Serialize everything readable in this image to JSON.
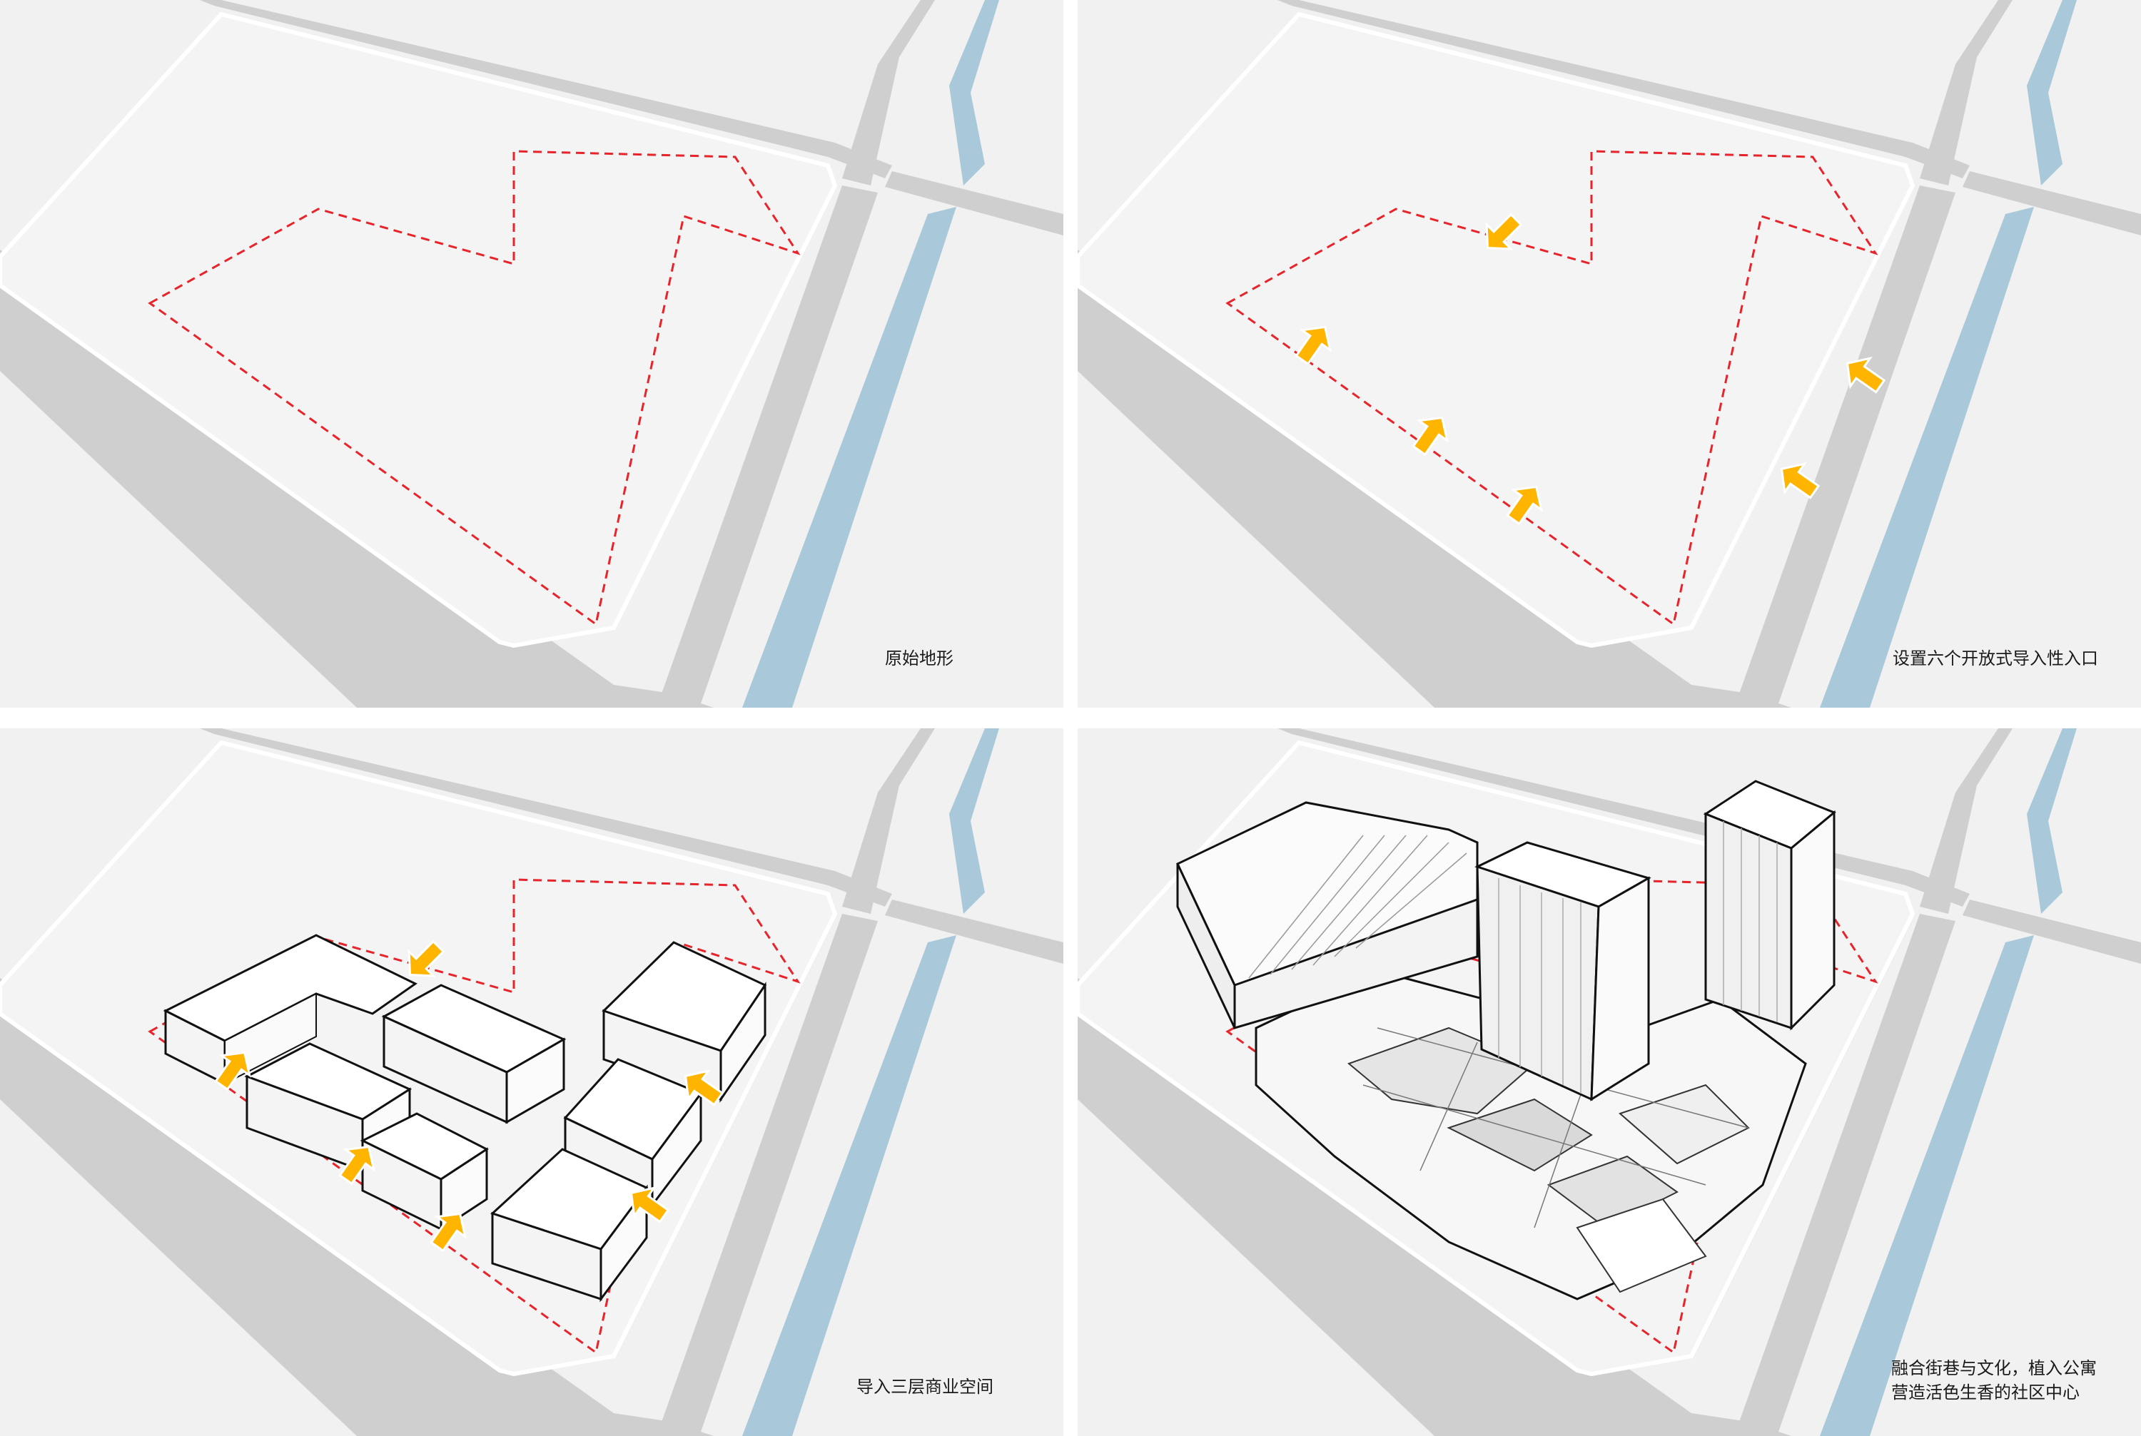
{
  "panels": [
    {
      "caption": "原始地形"
    },
    {
      "caption": "设置六个开放式导入性入口"
    },
    {
      "caption": "导入三层商业空间"
    },
    {
      "caption_line1": "融合街巷与文化，植入公寓",
      "caption_line2": "营造活色生香的社区中心"
    }
  ],
  "colors": {
    "background": "#f1f1f1",
    "road": "#cfcfcf",
    "river": "#a9c9da",
    "boundary": "#e8232a",
    "entrance_arrow": "#ffb400",
    "building": "#ffffff"
  },
  "icons": {
    "entrance": "entrance-arrow-icon"
  }
}
